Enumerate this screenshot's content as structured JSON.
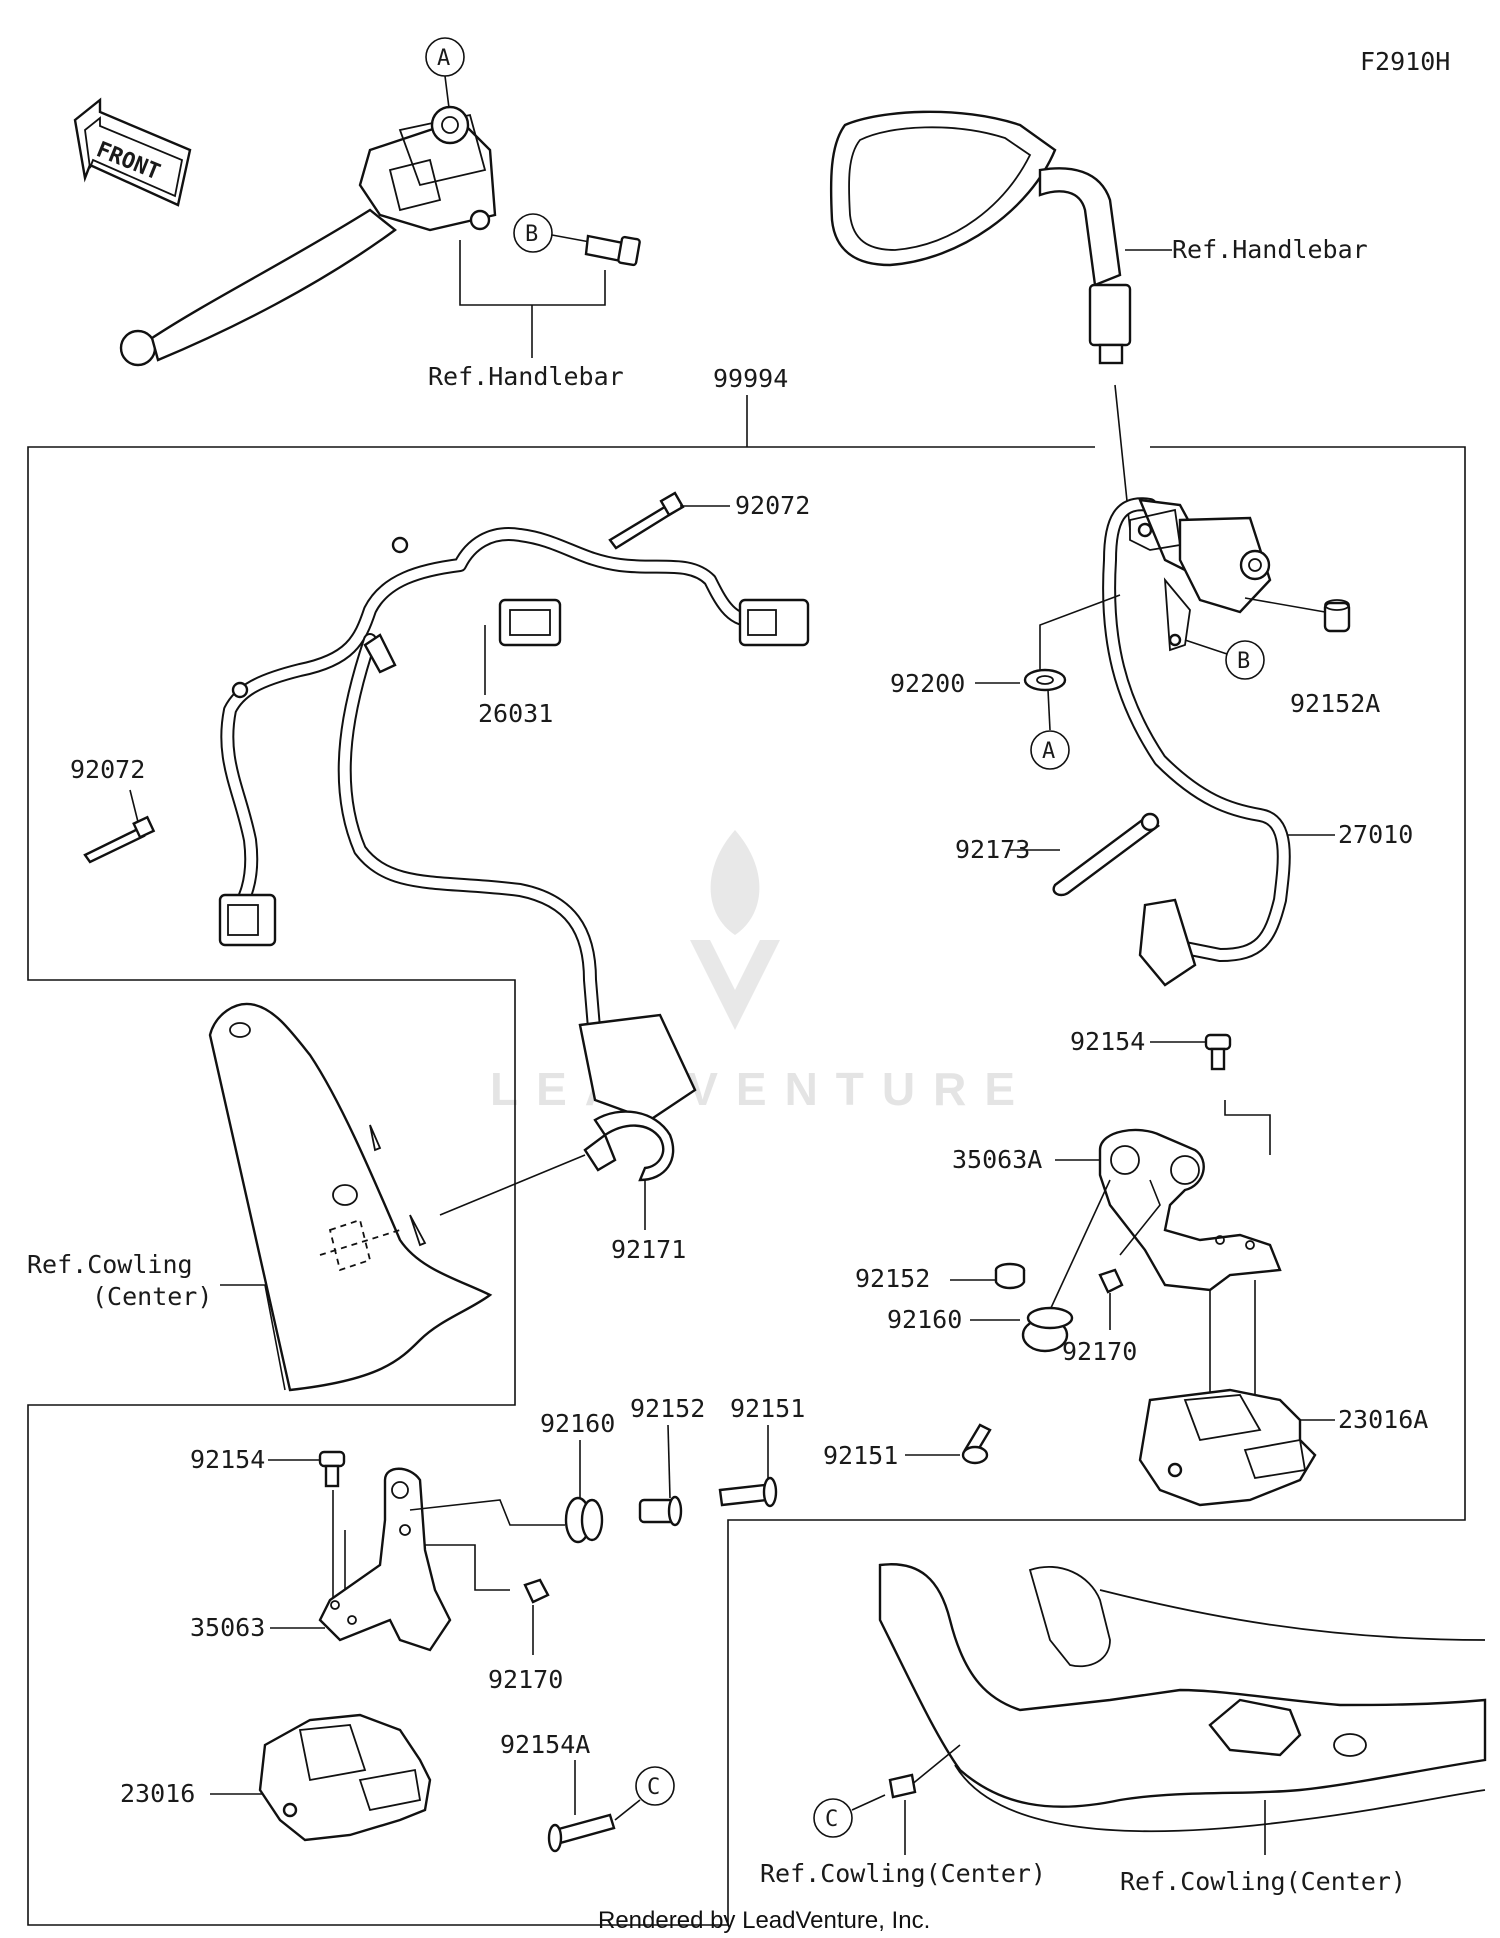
{
  "diagram_code": "F2910H",
  "front_label": "FRONT",
  "footer": "Rendered by LeadVenture, Inc.",
  "watermark": "LEADVENTURE",
  "callouts": {
    "A": "A",
    "B": "B",
    "C": "C"
  },
  "refs": {
    "handlebar": "Ref.Handlebar",
    "cowling_center_line1": "Ref.Cowling",
    "cowling_center_line2": "(Center)",
    "cowling_center": "Ref.Cowling(Center)"
  },
  "parts": {
    "p99994": "99994",
    "p92072a": "92072",
    "p92072b": "92072",
    "p26031": "26031",
    "p92200": "92200",
    "p92152A": "92152A",
    "p27010": "27010",
    "p92173": "92173",
    "p92154a": "92154",
    "p35063A": "35063A",
    "p92171": "92171",
    "p92160a": "92160",
    "p92170a": "92170",
    "p92152": "92152",
    "p92151a": "92151",
    "p23016A": "23016A",
    "p92154b": "92154",
    "p92160b": "92160",
    "p92152b": "92152",
    "p92151b": "92151",
    "p35063": "35063",
    "p92170b": "92170",
    "p92154A": "92154A",
    "p23016": "23016"
  }
}
